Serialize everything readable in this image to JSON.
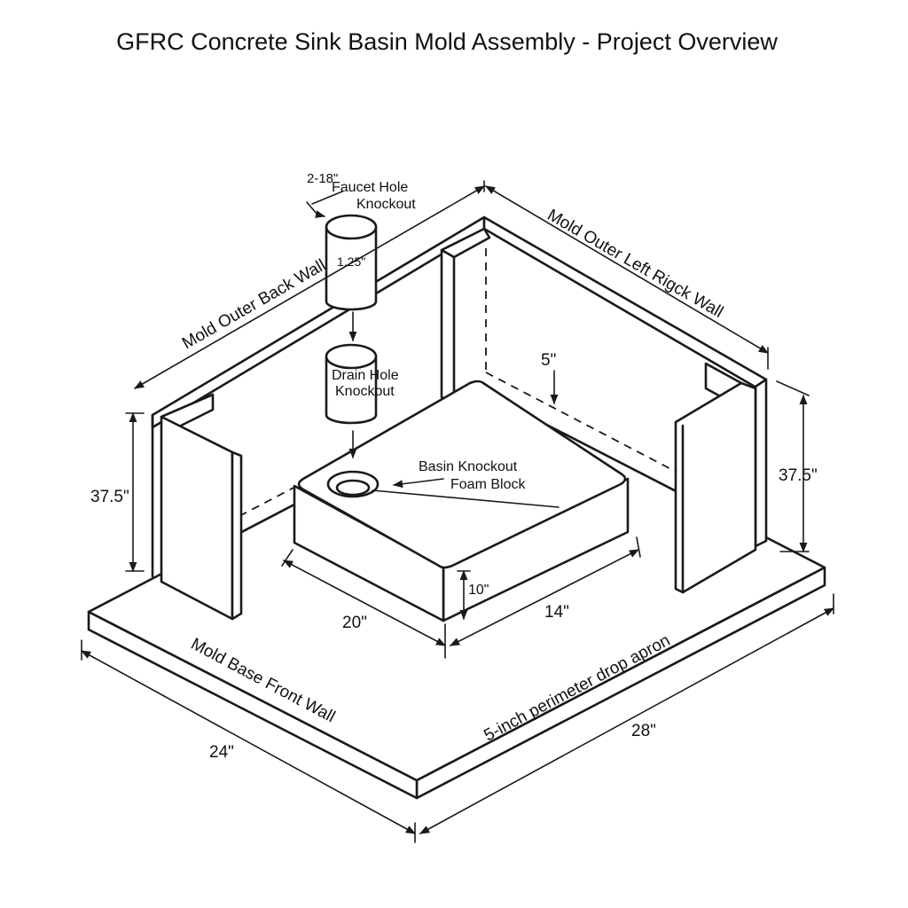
{
  "title": "GFRC Concrete Sink Basin Mold Assembly - Project Overview",
  "labels": {
    "back_wall": "Mold Outer Back Wall",
    "left_right_wall": "Mold Outer Left Rigck Wall",
    "front_wall": "Mold Base Front Wall",
    "apron": "5-inch perimeter drop apron",
    "faucet_line1": "Faucet Hole",
    "faucet_line2": "Knockout",
    "drain_line1": "Drain Hole",
    "drain_line2": "Knockout",
    "basin_line1": "Basin Knockout",
    "basin_line2": "Foam Block"
  },
  "dimensions": {
    "faucet_offset": "2-18\"",
    "faucet_diameter": "1.25\"",
    "setback": "5\"",
    "left_height": "37.5\"",
    "right_height": "37.5\"",
    "basin_height": "10\"",
    "basin_width": "20\"",
    "basin_depth": "14\"",
    "base_width": "24\"",
    "base_depth": "28\""
  },
  "colors": {
    "ink": "#1a1a1a",
    "paper": "#ffffff"
  }
}
